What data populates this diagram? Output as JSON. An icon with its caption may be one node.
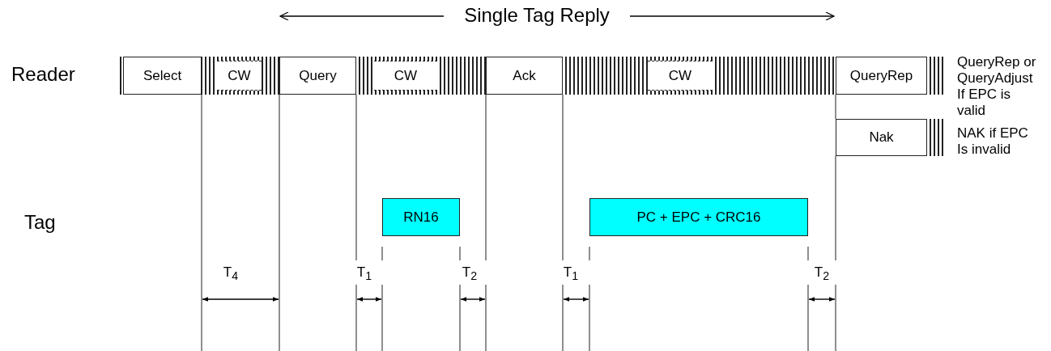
{
  "diagram": {
    "nodes": [
      {
        "text": [
          "Select"
        ]
      },
      {
        "text": [
          "CW"
        ]
      },
      {
        "text": [
          "Query"
        ]
      },
      {
        "text": [
          "CW"
        ]
      },
      {
        "text": [
          "Ack"
        ]
      },
      {
        "text": [
          "CW"
        ]
      },
      {
        "text": [
          "QueryRep"
        ]
      },
      {
        "text": [
          "Nak"
        ]
      },
      {
        "text": [
          "RN16"
        ]
      },
      {
        "text": [
          "PC + EPC + CRC16"
        ]
      }
    ],
    "labels": [
      "Single Tag Reply",
      "Reader",
      "QueryRep or QueryAdjust If EPC is valid",
      "NAK if EPC Is invalid",
      "Tag",
      "T$_{4}$",
      "T$_{1}$",
      "T$_{2}$",
      "T$_{1}$",
      "T$_{2}$"
    ]
  }
}
